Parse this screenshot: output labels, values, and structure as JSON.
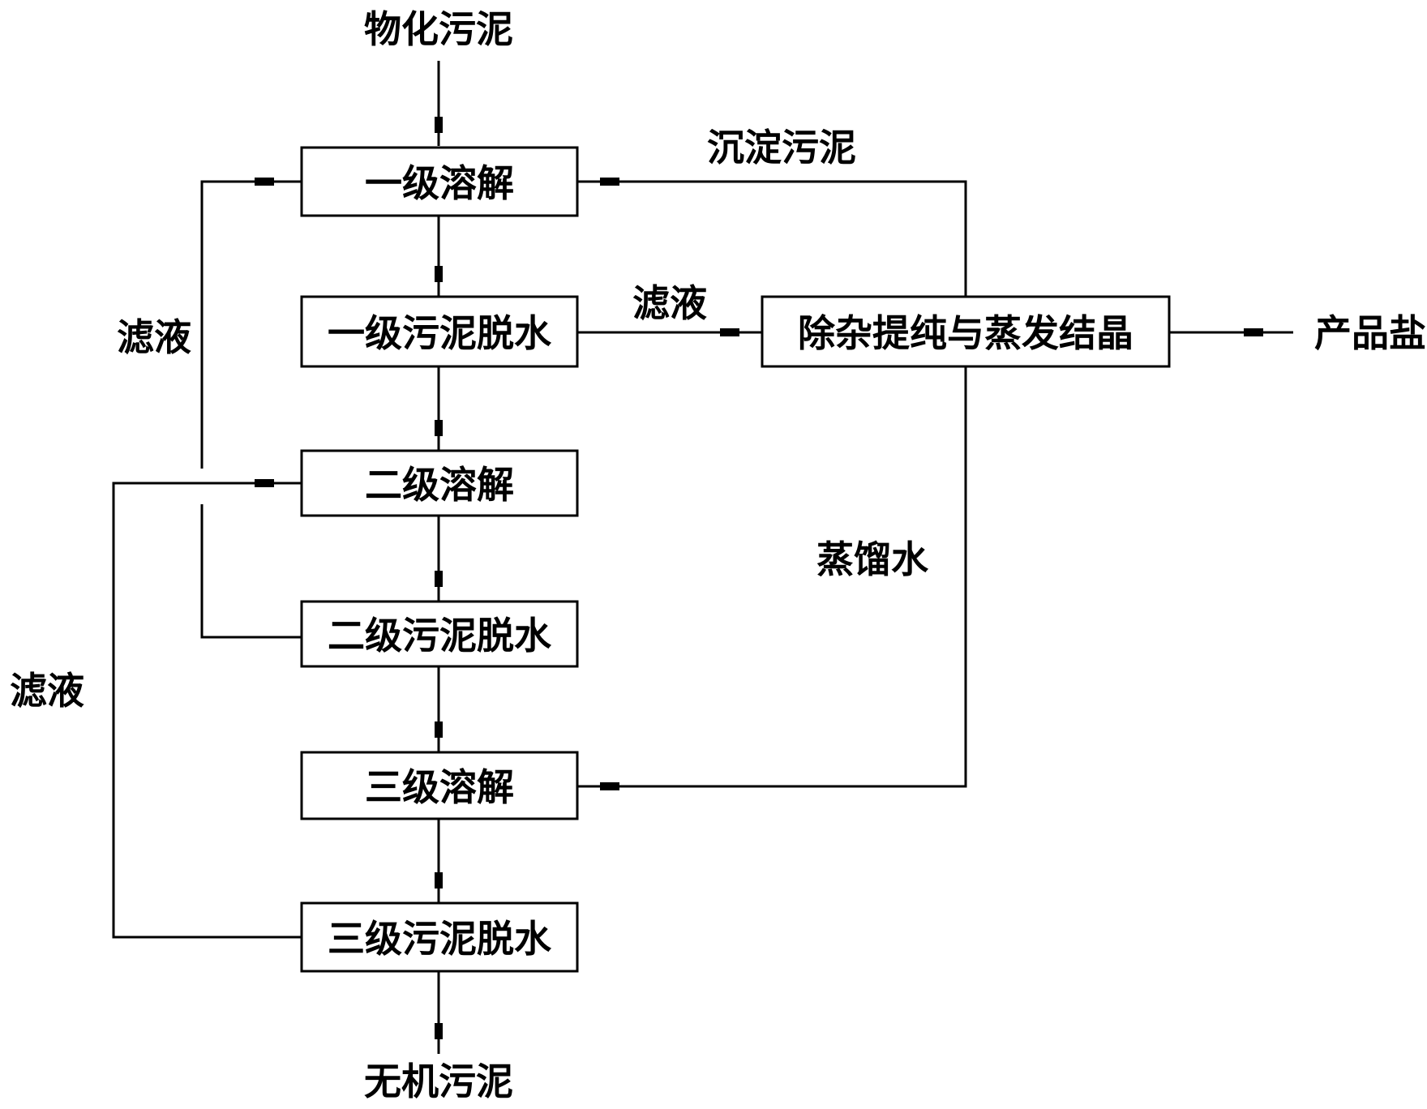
{
  "diagram": {
    "input_label": "物化污泥",
    "output_label": "无机污泥",
    "product_label": "产品盐",
    "boxes": {
      "dissolve_1": "一级溶解",
      "dewater_1": "一级污泥脱水",
      "dissolve_2": "二级溶解",
      "dewater_2": "二级污泥脱水",
      "dissolve_3": "三级溶解",
      "dewater_3": "三级污泥脱水",
      "purify": "除杂提纯与蒸发结晶"
    },
    "flow_labels": {
      "sediment_sludge": "沉淀污泥",
      "filtrate_to_purify": "滤液",
      "filtrate_loop_inner": "滤液",
      "filtrate_loop_outer": "滤液",
      "distilled_water": "蒸馏水"
    }
  }
}
